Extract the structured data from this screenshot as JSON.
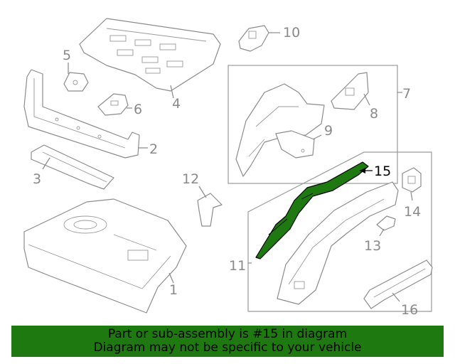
{
  "diagram": {
    "callouts": {
      "c1": "1",
      "c2": "2",
      "c3": "3",
      "c4": "4",
      "c5": "5",
      "c6": "6",
      "c7": "7",
      "c8": "8",
      "c9": "9",
      "c10": "10",
      "c11": "11",
      "c12": "12",
      "c13": "13",
      "c14": "14",
      "c15": "15",
      "c16": "16"
    },
    "highlighted_part": "15",
    "colors": {
      "highlight_fill": "#1e7a10",
      "line_gray": "#8c8c8c",
      "banner": "#1e7a10"
    }
  },
  "footer": {
    "line1": "Part or sub-assembly is #15 in diagram",
    "line2": "Diagram may not be specific to your vehicle"
  }
}
